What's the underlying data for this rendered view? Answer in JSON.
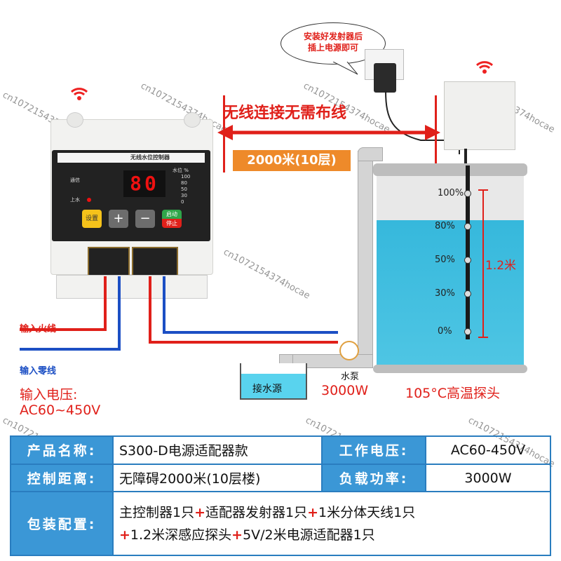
{
  "callout": {
    "line1": "安装好发射器后",
    "line2": "插上电源即可"
  },
  "wireless": {
    "title": "无线连接无需布线",
    "distance": "2000米(10层)"
  },
  "controller": {
    "strip_text": "无线水位控制器",
    "display": "80",
    "labels": {
      "comm": "通信",
      "status": "上水",
      "level": "水位 %"
    },
    "level_marks": [
      "100",
      "80",
      "50",
      "30",
      "0"
    ],
    "buttons": {
      "mode": "设置",
      "plus": "+",
      "minus": "−",
      "start_stop_top": "启动",
      "start_stop_bottom": "停止"
    }
  },
  "tank": {
    "levels": [
      "100%",
      "80%",
      "50%",
      "30%",
      "0%"
    ],
    "depth": "1.2米",
    "probe_label": "105°C高温探头"
  },
  "pump": {
    "label": "水泵",
    "power": "3000W"
  },
  "sump": {
    "label": "接水源"
  },
  "wiring": {
    "live": "输入火线",
    "neutral": "输入零线",
    "voltage_label": "输入电压:",
    "voltage_value": "AC60~450V"
  },
  "specs": {
    "product_name_label": "产品名称:",
    "product_name": "S300-D电源适配器款",
    "working_voltage_label": "工作电压:",
    "working_voltage": "AC60-450V",
    "control_distance_label": "控制距离:",
    "control_distance": "无障碍2000米(10层楼)",
    "load_power_label": "负载功率:",
    "load_power": "3000W",
    "package_label": "包装配置:",
    "package_line1": [
      "主控制器1只",
      "适配器发射器1只",
      "1米分体天线1只"
    ],
    "package_line2": [
      "1.2米深感应探头",
      "5V/2米电源适配器1只"
    ]
  },
  "watermark": "cn1072154374hocae",
  "colors": {
    "accent_red": "#e0201a",
    "table_blue": "#3b97d6",
    "water": "#36b8dc",
    "orange": "#ee8a2a"
  }
}
